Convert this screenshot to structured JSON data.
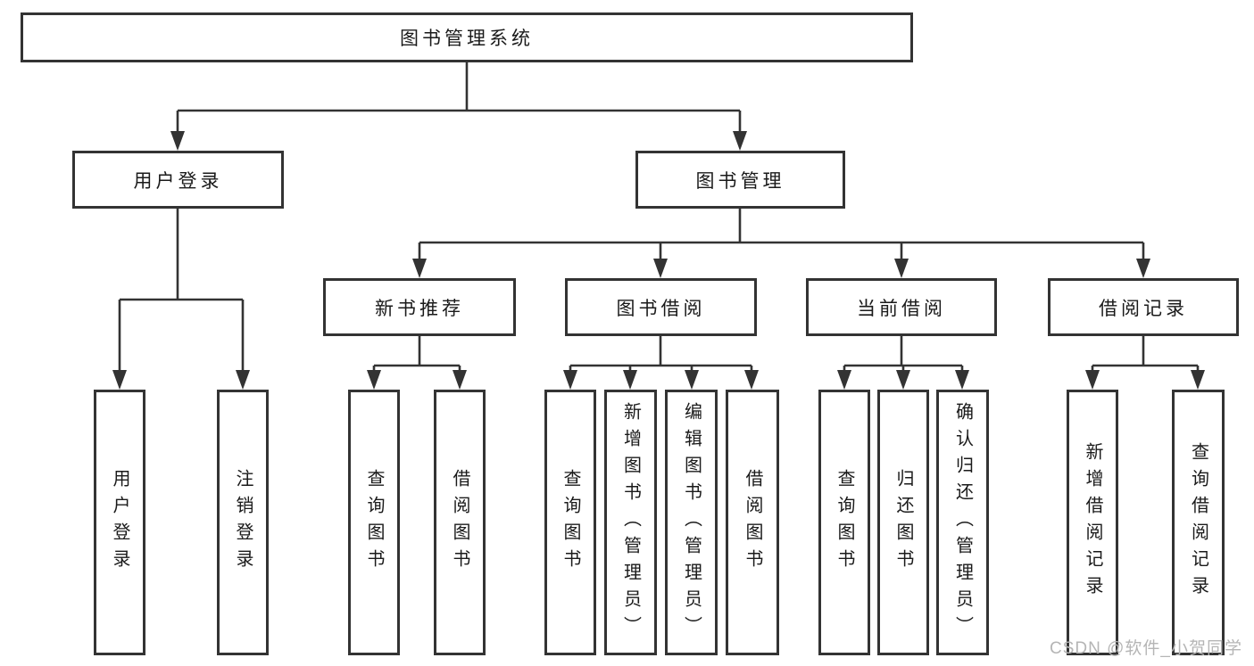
{
  "diagram": {
    "title": "图书管理系统",
    "root": {
      "label": "图书管理系统"
    },
    "user_login": {
      "label": "用户登录",
      "children": [
        {
          "label": "用户登录"
        },
        {
          "label": "注销登录"
        }
      ]
    },
    "book_management": {
      "label": "图书管理",
      "sections": [
        {
          "label": "新书推荐",
          "children": [
            {
              "label": "查询图书"
            },
            {
              "label": "借阅图书"
            }
          ]
        },
        {
          "label": "图书借阅",
          "children": [
            {
              "label": "查询图书"
            },
            {
              "label": "新增图书（管理员）"
            },
            {
              "label": "编辑图书（管理员）"
            },
            {
              "label": "借阅图书"
            }
          ]
        },
        {
          "label": "当前借阅",
          "children": [
            {
              "label": "查询图书"
            },
            {
              "label": "归还图书"
            },
            {
              "label": "确认归还（管理员）"
            }
          ]
        },
        {
          "label": "借阅记录",
          "children": [
            {
              "label": "新增借阅记录"
            },
            {
              "label": "查询借阅记录"
            }
          ]
        }
      ]
    },
    "watermark": {
      "text": "CSDN @软件_小贺同学"
    }
  },
  "colors": {
    "line": "#333333",
    "text": "#1a1a1a",
    "box_bg": "#ffffff",
    "page_bg": "#ffffff",
    "watermark": "#b5b5b5"
  }
}
